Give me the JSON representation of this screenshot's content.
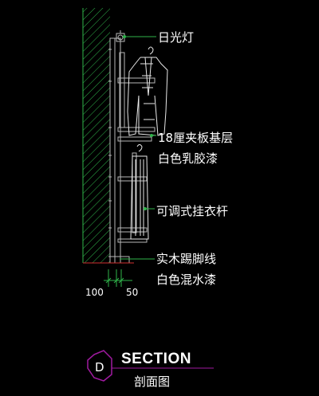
{
  "labels": {
    "light": "日光灯",
    "board_line1": "18厘夹板基层",
    "board_line2": "白色乳胶漆",
    "rod": "可调式挂衣杆",
    "skirting_line1": "实木踢脚线",
    "skirting_line2": "白色混水漆"
  },
  "dimensions": {
    "left": "100",
    "right": "50"
  },
  "title_block": {
    "mark": "D",
    "title": "SECTION",
    "subtitle": "剖面图"
  },
  "colors": {
    "wall_hatch": "#2fb34a",
    "structure": "#b8b8b8",
    "garment": "#e8e8e8",
    "leader": "#2fb34a",
    "title_circle": "#a01aa0"
  }
}
